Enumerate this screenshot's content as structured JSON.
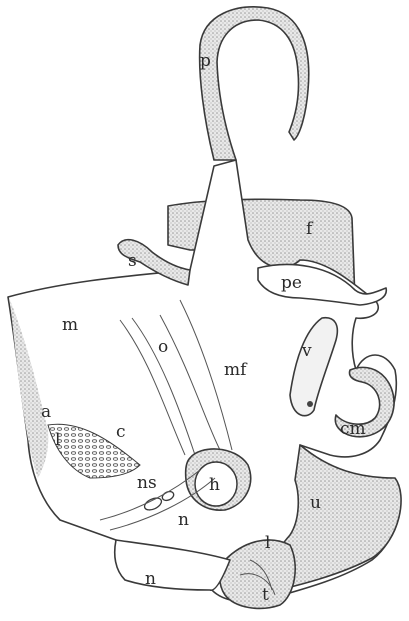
{
  "figure": {
    "labels": {
      "p": "p",
      "f": "f",
      "s": "s",
      "pe": "pe",
      "m": "m",
      "o": "o",
      "v": "v",
      "mf": "mf",
      "a": "a",
      "c": "c",
      "cm": "cm",
      "l_left": "l",
      "ns": "ns",
      "h": "h",
      "n_inner": "n",
      "u": "u",
      "l_right": "l",
      "n_lower": "n",
      "t": "t"
    },
    "colors": {
      "ink": "#3a3a3a",
      "shade": "#bdbdbd",
      "paper": "#ffffff"
    }
  }
}
